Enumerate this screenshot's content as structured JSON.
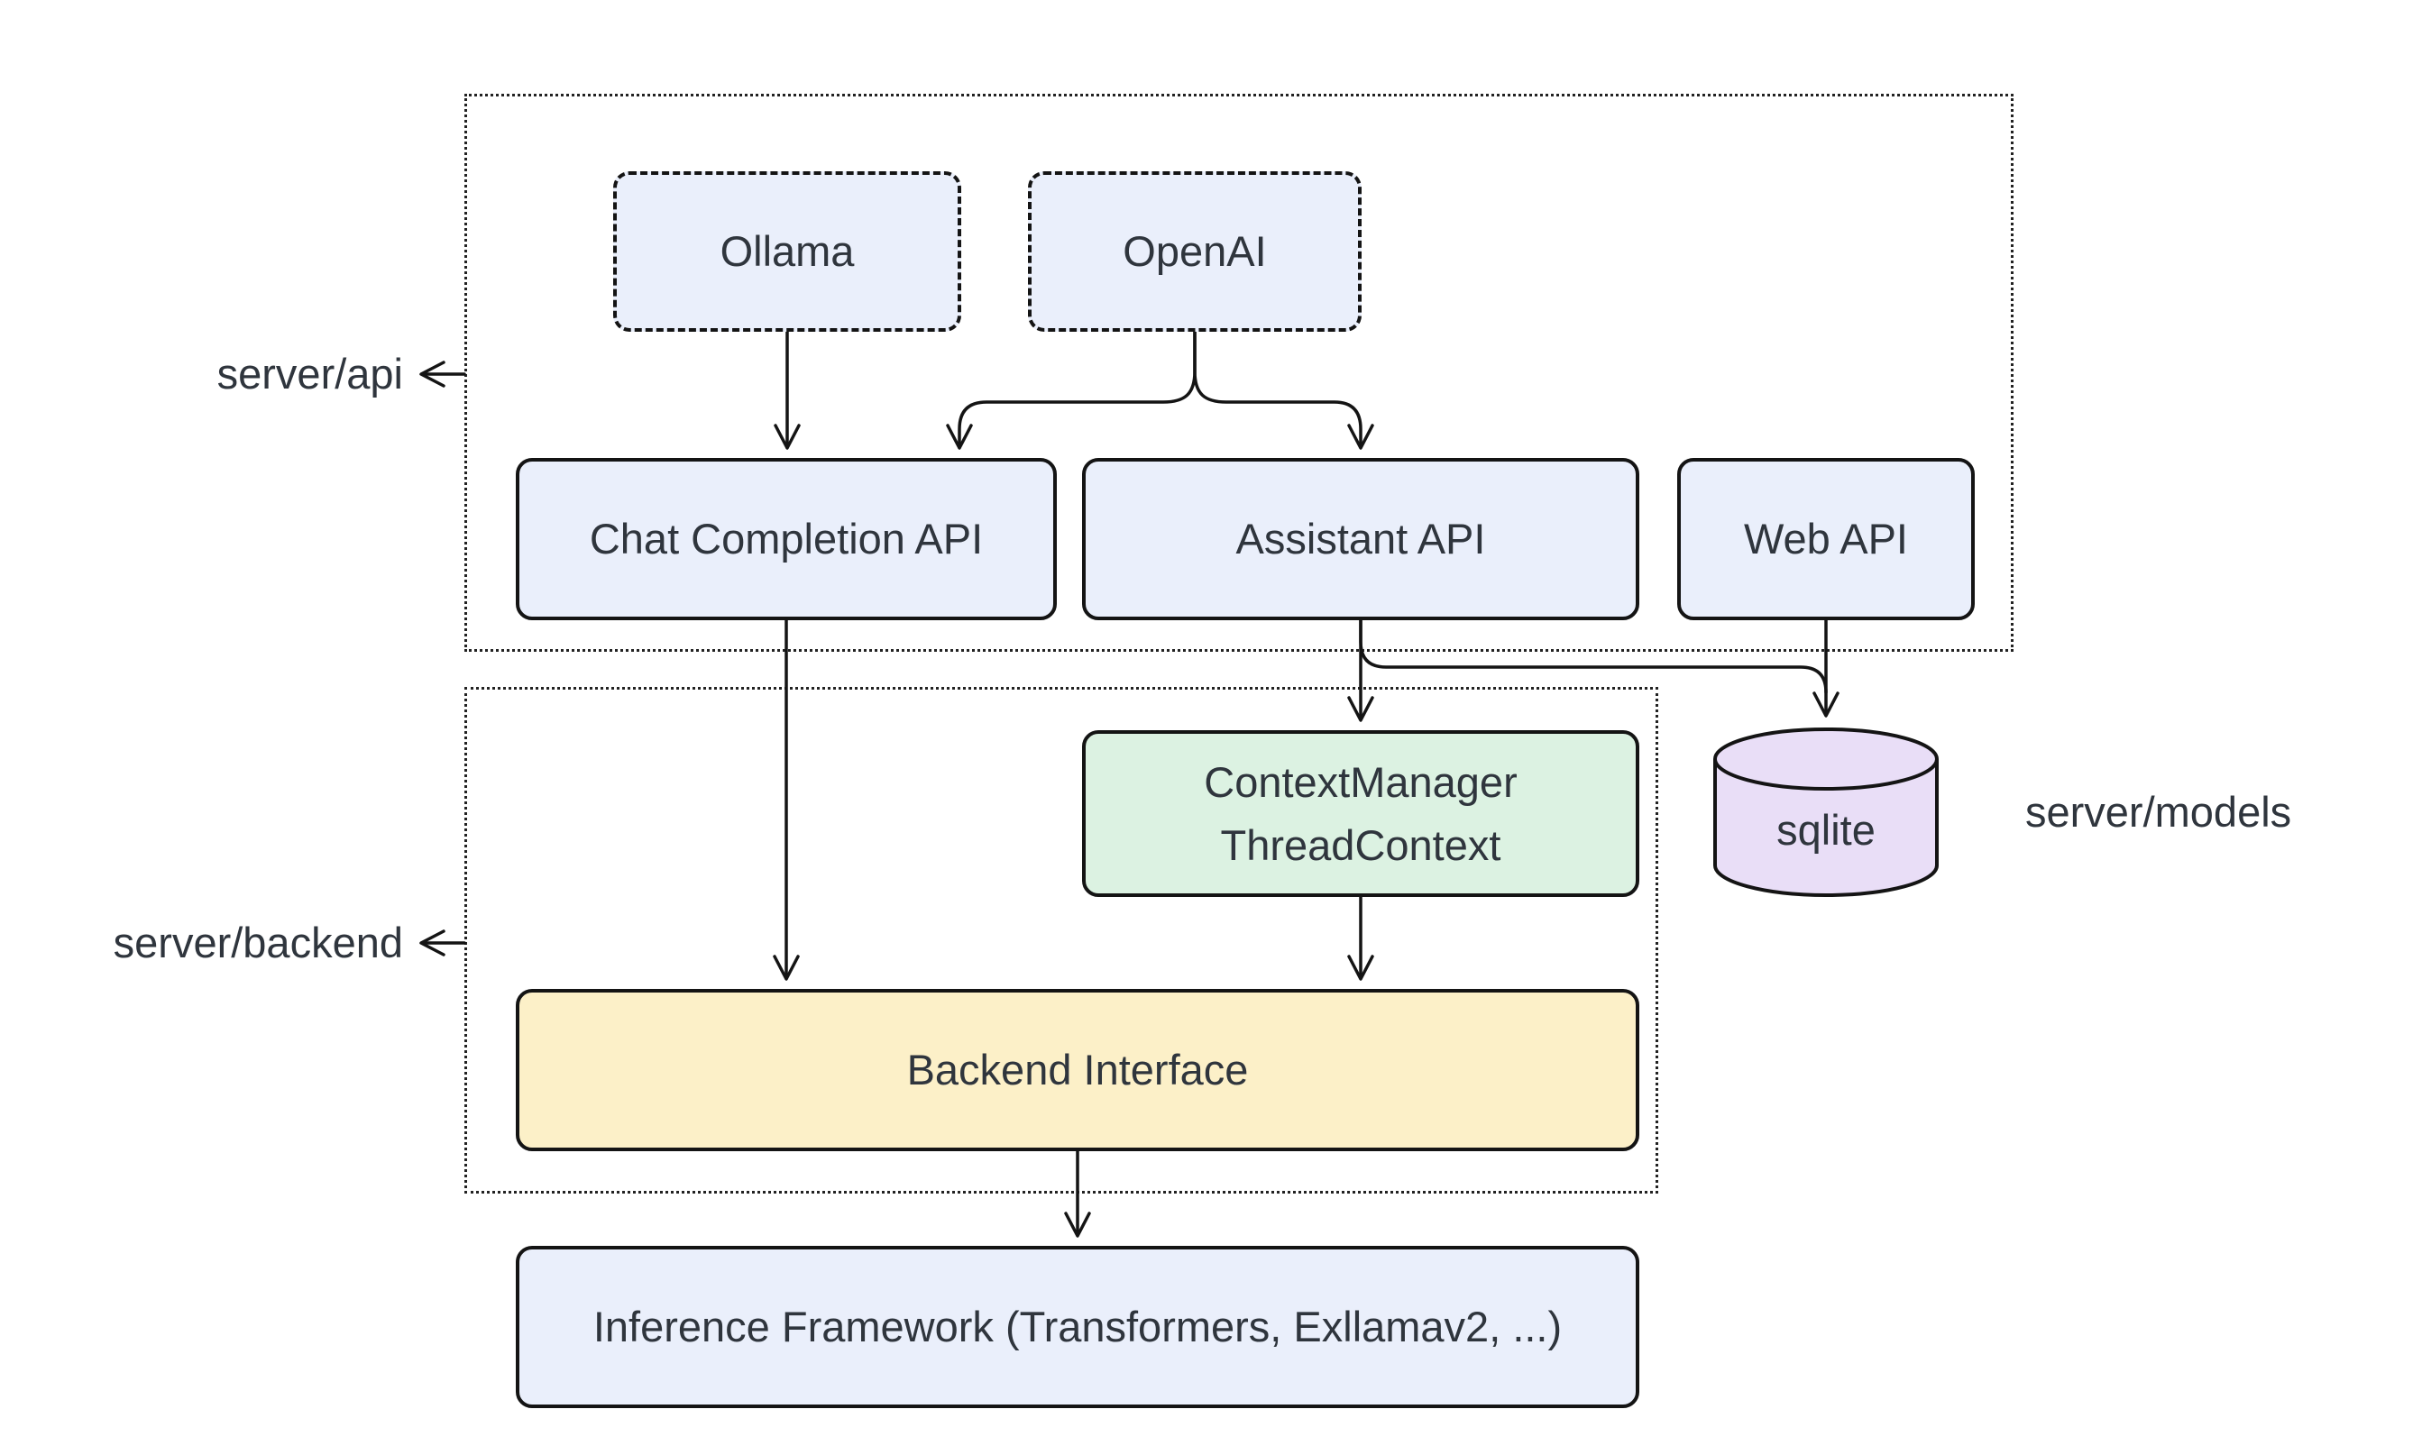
{
  "diagram": {
    "title_none_shown": "",
    "containers": {
      "api": {
        "label": "server/api"
      },
      "backend": {
        "label": "server/backend"
      },
      "models": {
        "label": "server/models"
      }
    },
    "nodes": {
      "ollama": {
        "label": "Ollama"
      },
      "openai": {
        "label": "OpenAI"
      },
      "chat_api": {
        "label": "Chat Completion API"
      },
      "assistant_api": {
        "label": "Assistant API"
      },
      "web_api": {
        "label": "Web API"
      },
      "context_manager": {
        "label": "ContextManager\nThreadContext"
      },
      "sqlite": {
        "label": "sqlite"
      },
      "backend_interface": {
        "label": "Backend Interface"
      },
      "inference": {
        "label": "Inference Framework (Transformers, Exllamav2, ...)"
      }
    },
    "edges": [
      {
        "from": "Ollama",
        "to": "Chat Completion API"
      },
      {
        "from": "OpenAI",
        "to": "Chat Completion API"
      },
      {
        "from": "OpenAI",
        "to": "Assistant API"
      },
      {
        "from": "Chat Completion API",
        "to": "Backend Interface"
      },
      {
        "from": "Assistant API",
        "to": "ContextManager ThreadContext"
      },
      {
        "from": "Assistant API",
        "to": "sqlite"
      },
      {
        "from": "Web API",
        "to": "sqlite"
      },
      {
        "from": "ContextManager ThreadContext",
        "to": "Backend Interface"
      },
      {
        "from": "Backend Interface",
        "to": "Inference Framework (Transformers, Exllamav2, ...)"
      }
    ],
    "colors": {
      "node_blue": "#eaeffb",
      "node_green": "#dcf2e2",
      "node_yellow": "#fcf0c8",
      "node_purple": "#e9def7",
      "stroke": "#141414",
      "dotted_border": "#222222",
      "text": "#2f353d",
      "background": "#ffffff"
    }
  }
}
